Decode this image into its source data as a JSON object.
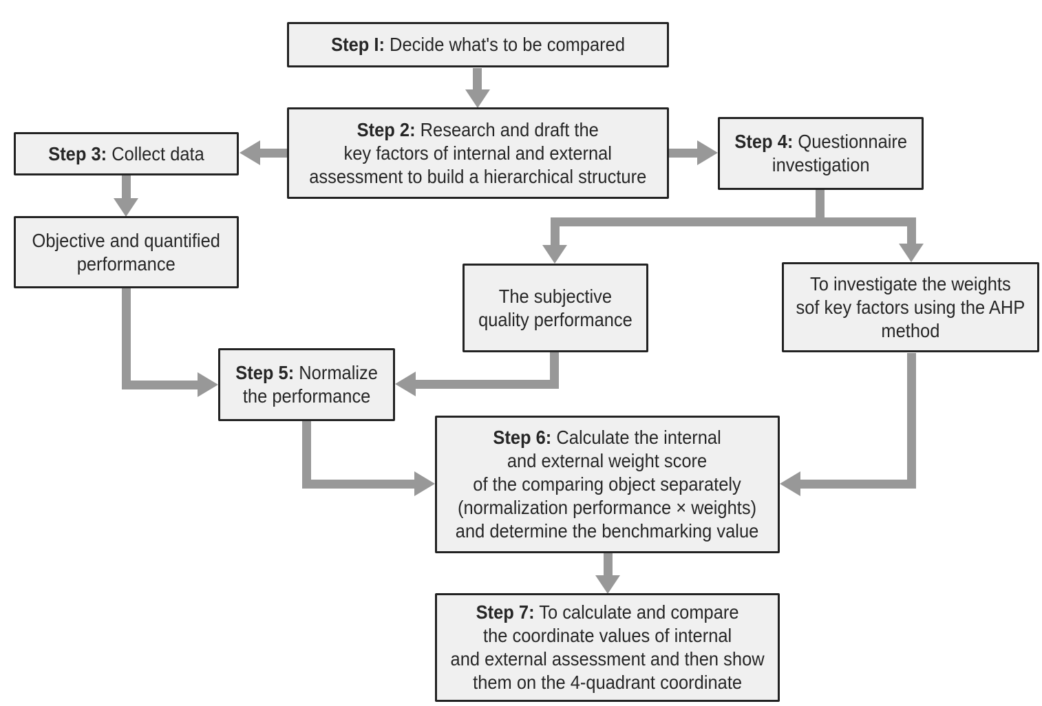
{
  "diagram": {
    "title": "Benchmarking process flowchart",
    "colors": {
      "background": "#ffffff",
      "box_fill": "#f0f0f0",
      "box_border": "#222222",
      "arrow": "#989898",
      "text": "#262626"
    }
  },
  "boxes": {
    "step1": {
      "bold": "Step I:",
      "line1": " Decide what's to be compared"
    },
    "step2": {
      "bold": "Step 2:",
      "line1": " Research and draft the",
      "line2": "key factors of internal and external",
      "line3": "assessment to build a hierarchical structure"
    },
    "step3": {
      "bold": "Step 3:",
      "line1": " Collect data"
    },
    "step4": {
      "bold": "Step 4:",
      "line1": " Questionnaire",
      "line2": "investigation"
    },
    "objective": {
      "line1": "Objective and quantified",
      "line2": "performance"
    },
    "subjective": {
      "line1": "The subjective",
      "line2": "quality performance"
    },
    "weights": {
      "line1": "To investigate the weights",
      "line2": "sof key factors using the AHP",
      "line3": "method"
    },
    "step5": {
      "bold": "Step 5:",
      "line1": " Normalize",
      "line2": "the performance"
    },
    "step6": {
      "bold": "Step 6:",
      "line1": " Calculate the internal",
      "line2": "and external weight score",
      "line3": "of the comparing object separately",
      "line4": "(normalization performance × weights)",
      "line5": "and determine the benchmarking value"
    },
    "step7": {
      "bold": "Step 7:",
      "line1": " To calculate and compare",
      "line2": "the coordinate values of internal",
      "line3": "and external assessment and then show",
      "line4": "them on the 4-quadrant coordinate"
    }
  }
}
